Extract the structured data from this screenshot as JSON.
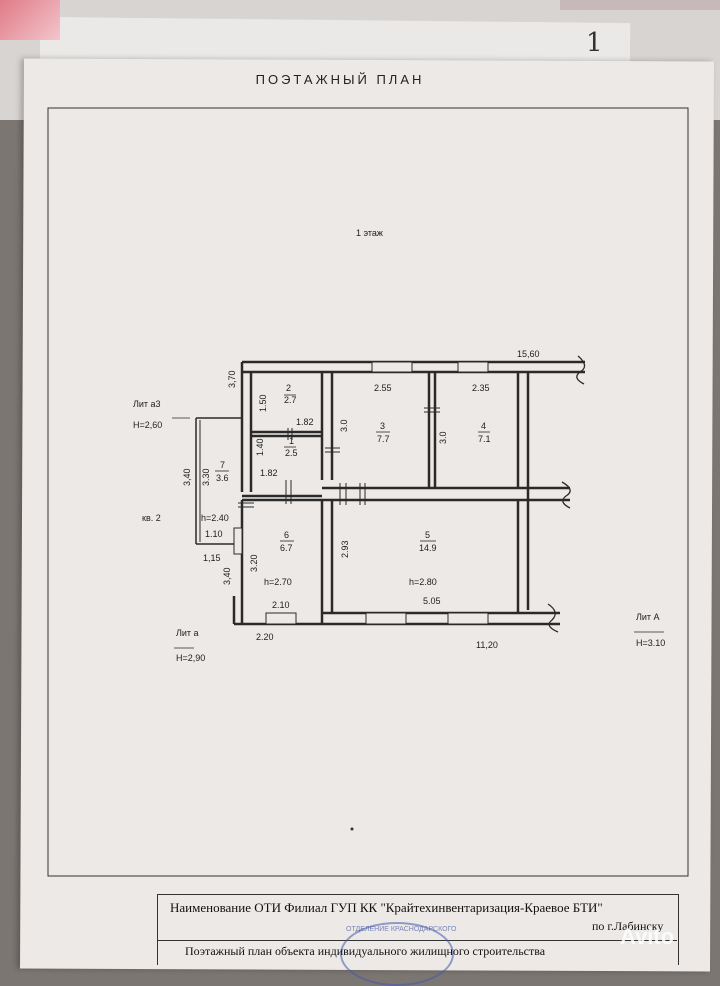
{
  "background": {
    "handwritten_mark": "1"
  },
  "document": {
    "title": "ПОЭТАЖНЫЙ ПЛАН",
    "floor_label": "1 этаж"
  },
  "plan": {
    "overall_width": "15,60",
    "lengths": {
      "front": "11,20",
      "annex_a": "2.20",
      "height_left": "3,70",
      "annex_a3_outer": "3,40",
      "annex_a_outer": "3,40",
      "annex_a_step": "1,15"
    },
    "rooms": [
      {
        "num": "1",
        "area": "2.5"
      },
      {
        "num": "2",
        "area": "2.7"
      },
      {
        "num": "3",
        "area": "7.7"
      },
      {
        "num": "4",
        "area": "7.1"
      },
      {
        "num": "5",
        "area": "14.9"
      },
      {
        "num": "6",
        "area": "6.7"
      },
      {
        "num": "7",
        "area": "3.6"
      }
    ],
    "dims": {
      "d_1_50": "1.50",
      "d_1_82a": "1.82",
      "d_1_40": "1.40",
      "d_1_82b": "1.82",
      "d_2_55": "2.55",
      "d_2_35": "2.35",
      "d_3_0a": "3.0",
      "d_3_0b": "3.0",
      "d_3_30": "3.30",
      "d_2_93": "2.93",
      "d_5_05": "5.05",
      "d_3_20": "3.20",
      "d_2_10": "2.10",
      "d_1_10": "1.10"
    },
    "heights": {
      "h_a3": "h=2.40",
      "h_a": "h=2.70",
      "h_A": "h=2.80"
    },
    "annexes": [
      {
        "name": "Лит а3",
        "height": "H=2,60"
      },
      {
        "name": "Лит а",
        "height": "H=2,90"
      },
      {
        "name": "Лит А",
        "height": "H=3.10"
      }
    ],
    "neighbor": "кв. 2"
  },
  "title_block": {
    "organization": "Наименование ОТИ  Филиал  ГУП  КК  \"Крайтехинвентаризация-Краевое БТИ\"",
    "city": "по  г.Лабинску",
    "subject": "Поэтажный план объекта  индивидуального жилищного строительства",
    "stamp_text": "ОТДЕЛЕНИЕ КРАСНОДАРСКОГО"
  },
  "watermark": "Avito"
}
